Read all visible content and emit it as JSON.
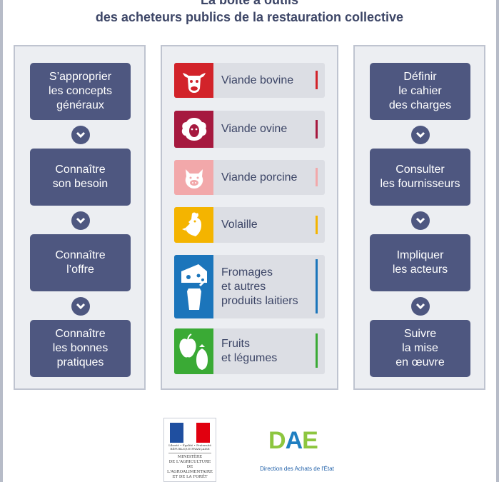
{
  "title": {
    "line1": "La boîte à outils",
    "line2": "des acheteurs publics de la restauration collective"
  },
  "left_steps": [
    "S’approprier\nles concepts\ngénéraux",
    "Connaître\nson besoin",
    "Connaître\nl’offre",
    "Connaître\nles bonnes\npratiques"
  ],
  "right_steps": [
    "Définir\nle cahier\ndes charges",
    "Consulter\nles fournisseurs",
    "Impliquer\nles acteurs",
    "Suivre\nla mise\nen œuvre"
  ],
  "categories": [
    {
      "label": "Viande bovine",
      "icon": "cow-icon",
      "color": "#d2232a"
    },
    {
      "label": "Viande ovine",
      "icon": "sheep-icon",
      "color": "#a6193f"
    },
    {
      "label": "Viande porcine",
      "icon": "pig-icon",
      "color": "#f2a8aa"
    },
    {
      "label": "Volaille",
      "icon": "chicken-icon",
      "color": "#f4b400"
    },
    {
      "label": "Fromages\net autres\nproduits laitiers",
      "icon": "cheese-yogurt-icon",
      "color": "#1b75bb"
    },
    {
      "label": "Fruits\net légumes",
      "icon": "apple-eggplant-icon",
      "color": "#3aaa35"
    }
  ],
  "logos": {
    "ministry_motto": "Liberté • Égalité • Fraternité",
    "ministry_country": "RÉPUBLIQUE FRANÇAISE",
    "ministry_name": "MINISTÈRE\nDE L'AGRICULTURE\nDE L'AGROALIMENTAIRE\nET DE LA FORÊT",
    "dae_d": "D",
    "dae_a": "A",
    "dae_e": "E",
    "dae_caption": "Direction des Achats de l'État"
  }
}
